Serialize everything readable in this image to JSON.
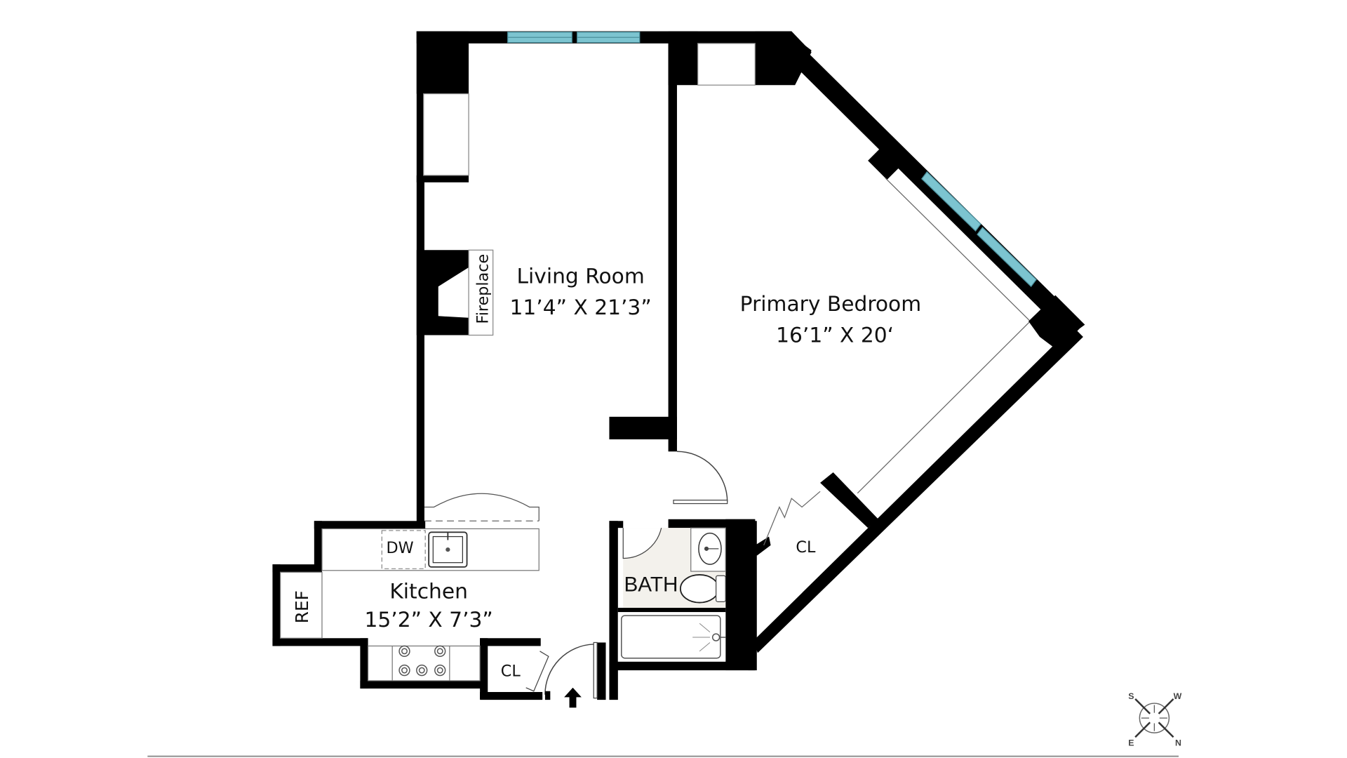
{
  "floorplan": {
    "rooms": [
      {
        "id": "living-room",
        "name": "Living Room",
        "dimensions": "11’4” X 21’3”"
      },
      {
        "id": "primary-bedroom",
        "name": "Primary Bedroom",
        "dimensions": "16’1” X 20‘"
      },
      {
        "id": "kitchen",
        "name": "Kitchen",
        "dimensions": "15’2” X  7’3”"
      },
      {
        "id": "bath",
        "name": "BATH"
      }
    ],
    "fixtures": {
      "fireplace": "Fireplace",
      "dishwasher": "DW",
      "refrigerator": "REF",
      "closet_kitchen": "CL",
      "closet_bedroom": "CL"
    },
    "compass": {
      "top_left": "S",
      "top_right": "W",
      "bottom_left": "E",
      "bottom_right": "N"
    },
    "colors": {
      "wall": "#000000",
      "window": "#7cc4d0",
      "window_edge": "#4a8f9c",
      "bath_floor": "#f3f1ec",
      "fixture_line": "#555555"
    }
  }
}
